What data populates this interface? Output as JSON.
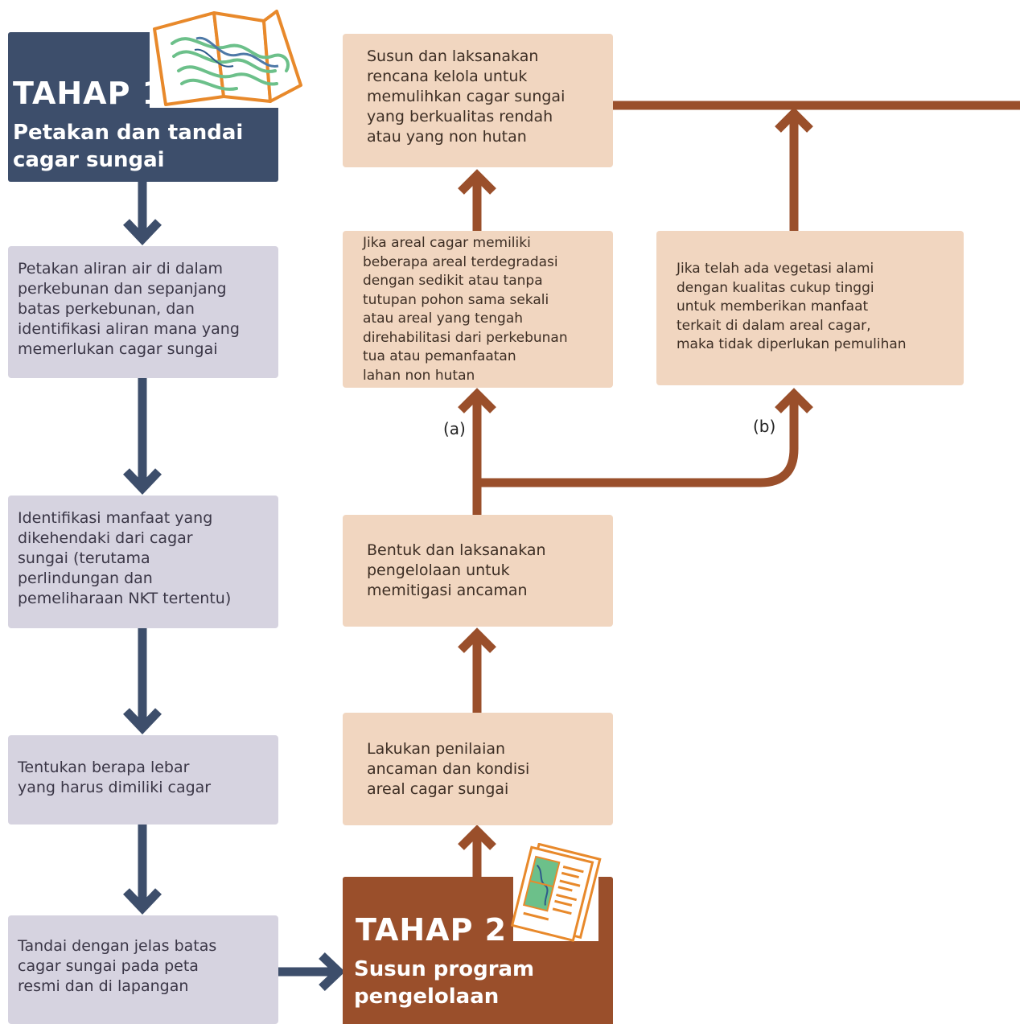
{
  "stage1": {
    "title": "TAHAP 1",
    "subtitle": "Petakan dan tandai\ncagar sungai"
  },
  "stage2": {
    "title": "TAHAP 2",
    "subtitle": "Susun program\npengelolaan"
  },
  "left_steps": [
    "Petakan aliran air di dalam\nperkebunan dan sepanjang\nbatas perkebunan, dan\nidentifikasi aliran mana yang\nmemerlukan cagar sungai",
    "Identifikasi manfaat yang\ndikehendaki dari cagar\nsungai (terutama\nperlindungan dan\npemeliharaan NKT tertentu)",
    "Tentukan berapa lebar\nyang harus dimiliki cagar",
    "Tandai dengan jelas batas\ncagar sungai pada peta\nresmi dan di lapangan"
  ],
  "right_steps": {
    "assess": "Lakukan penilaian\nancaman dan kondisi\nareal cagar sungai",
    "mitigate": "Bentuk dan laksanakan\npengelolaan untuk\nmemitigasi ancaman",
    "branch_a": "Jika areal cagar memiliki\nbeberapa areal terdegradasi\ndengan sedikit atau tanpa\ntutupan pohon sama sekali\natau areal yang tengah\ndirehabilitasi dari perkebunan\ntua atau pemanfaatan\nlahan non hutan",
    "branch_b": "Jika telah ada vegetasi alami\ndengan kualitas cukup tinggi\nuntuk memberikan manfaat\nterkait di dalam areal cagar,\nmaka tidak diperlukan pemulihan",
    "restore": "Susun dan laksanakan\nrencana kelola untuk\nmemulihkan cagar sungai\nyang berkualitas rendah\natau yang non hutan"
  },
  "branch_labels": {
    "a": "(a)",
    "b": "(b)"
  },
  "colors": {
    "stage1": "#3d4e6b",
    "stage2": "#9a4f2b",
    "left_box": "#d6d3e0",
    "right_box": "#f1d6c0",
    "left_arrow": "#3d4e6b",
    "right_arrow": "#9a4f2b",
    "icon_orange": "#e8892b",
    "icon_green": "#6cc08a"
  },
  "icons": [
    "folded-map-icon",
    "report-document-icon"
  ]
}
